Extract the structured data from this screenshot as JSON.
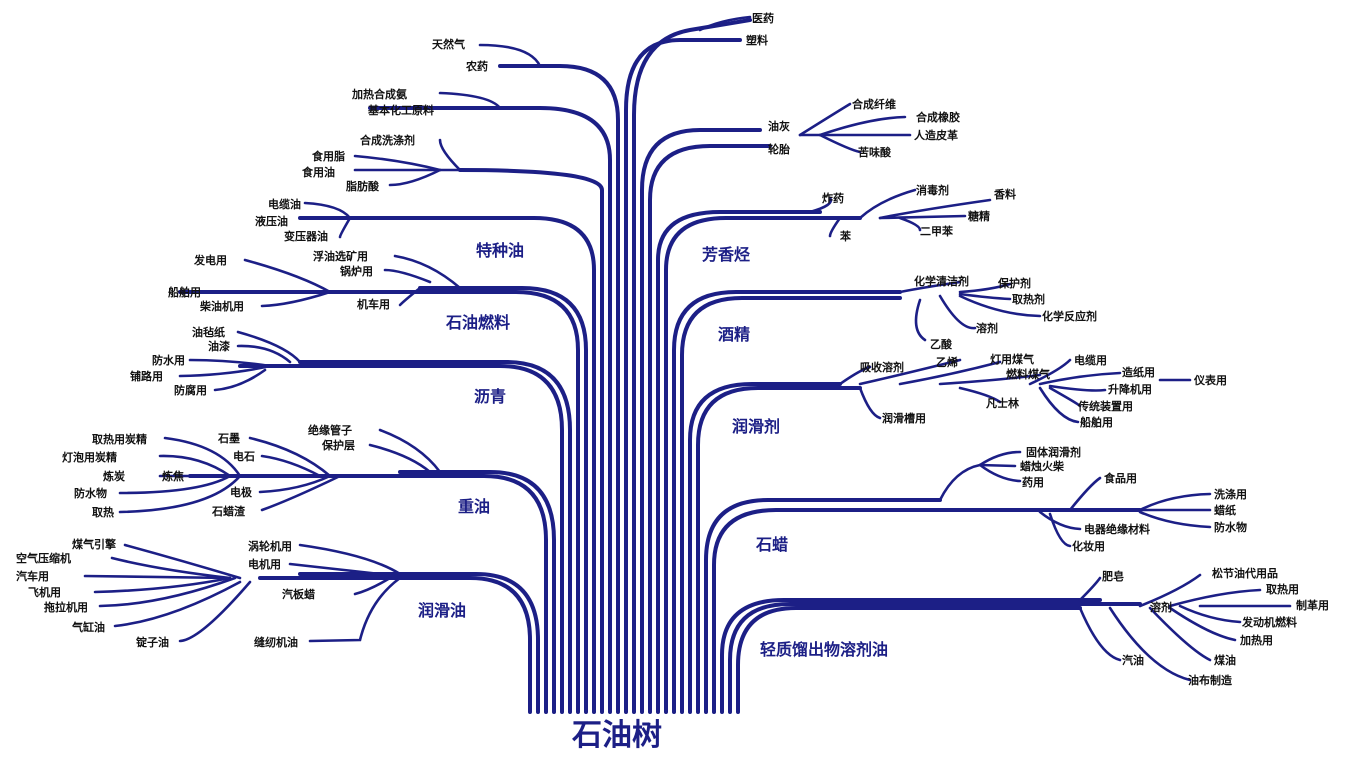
{
  "title": "石油树",
  "colors": {
    "line": "#1c1f86",
    "label": "#111111",
    "category": "#1c1f86"
  },
  "categories": {
    "special_oil": "特种油",
    "fuel": "石油燃料",
    "asphalt": "沥青",
    "heavy_oil": "重油",
    "lube_oil": "润滑油",
    "aromatics": "芳香烃",
    "alcohol": "酒精",
    "lubricant": "润滑剂",
    "paraffin": "石蜡",
    "solvent": "轻质馏出物溶剂油"
  },
  "labels": {
    "yiyao": "医药",
    "suliao": "塑料",
    "tianranqi": "天然气",
    "nongyao": "农药",
    "jiare_hechengan": "加热合成氨",
    "jiben_huagong": "基本化工原料",
    "hecheng_xidi": "合成洗涤剂",
    "shiyongzhi": "食用脂",
    "shiyongyou": "食用油",
    "zhifangsuan": "脂肪酸",
    "dianlanyou": "电缆油",
    "yeyayou": "液压油",
    "bianyaqiyou": "变压器油",
    "fadianyong": "发电用",
    "fuyou_xuankuang": "浮油选矿用",
    "guoluyong": "锅炉用",
    "chuanboyong": "船舶用",
    "chaiyou_jiyong": "柴油机用",
    "jicheyong": "机车用",
    "youzhanzhi": "油毡纸",
    "youqi": "油漆",
    "fangshuiyong": "防水用",
    "pulu": "铺路用",
    "fangfuyong": "防腐用",
    "qure_tanjing": "取热用炭精",
    "dengpao_tanjing": "灯泡用炭精",
    "tantan": "炼炭",
    "lianjiao": "炼焦",
    "fangshuiwu": "防水物",
    "qure": "取热",
    "shimo": "石墨",
    "dianshi": "电石",
    "dianji": "电极",
    "shilazha": "石蜡渣",
    "jueyuan_guanzi": "绝缘管子",
    "baohuceng": "保护层",
    "meiqiyinqing": "煤气引擎",
    "kongqi_yasuoji": "空气压缩机",
    "qicheyong": "汽车用",
    "feijiyong": "飞机用",
    "tuolajiyong": "拖拉机用",
    "qigangyou": "气缸油",
    "dingziyou": "锭子油",
    "woluniji": "涡轮机用",
    "dianjiyong": "电机用",
    "qibanla": "汽板蜡",
    "fengrenjiyou": "缝纫机油",
    "youhui": "油灰",
    "luntai": "轮胎",
    "hecheng_xianwei": "合成纤维",
    "hecheng_xiangjiao": "合成橡胶",
    "renzao_pige": "人造皮革",
    "kuweisuan": "苦味酸",
    "zhayao": "炸药",
    "ben": "苯",
    "xiaoduji": "消毒剂",
    "xiangliao": "香料",
    "tangjing": "糖精",
    "erjiaben": "二甲苯",
    "huaxue_qingjie": "化学清洁剂",
    "baohuji": "保护剂",
    "qureji": "取热剂",
    "huaxue_fanying": "化学反应剂",
    "rongji_1": "溶剂",
    "yisuan": "乙酸",
    "xishou_rongji": "吸收溶剂",
    "yixi": "乙烯",
    "dengyong_meiqi": "灯用煤气",
    "ranliao_meiqi": "燃料煤气",
    "dianlanyong": "电缆用",
    "zaozhiyong": "造纸用",
    "shengjiangji": "升降机用",
    "yibiaoyong": "仪表用",
    "chuantong_zhuangzhi": "传统装置用",
    "chuanboyong_2": "船舶用",
    "fanshilin": "凡士林",
    "runhuacao": "润滑槽用",
    "guti_runhua": "固体润滑剂",
    "lazhu_huochai": "蜡烛火柴",
    "yaoyong": "药用",
    "shipinyong": "食品用",
    "xidiyong": "洗涤用",
    "lazhi": "蜡纸",
    "fangshuiwu_2": "防水物",
    "dianqi_jueyuan": "电器绝缘材料",
    "huazhuangyong": "化妆用",
    "feizao": "肥皂",
    "songjieyou": "松节油代用品",
    "qureyong": "取热用",
    "zhigeyong": "制革用",
    "rongji_2": "溶剂",
    "fadongji_ranliao": "发动机燃料",
    "jiareyong": "加热用",
    "qiyou": "汽油",
    "meiyou": "煤油",
    "youbu_zhizao": "油布制造"
  }
}
